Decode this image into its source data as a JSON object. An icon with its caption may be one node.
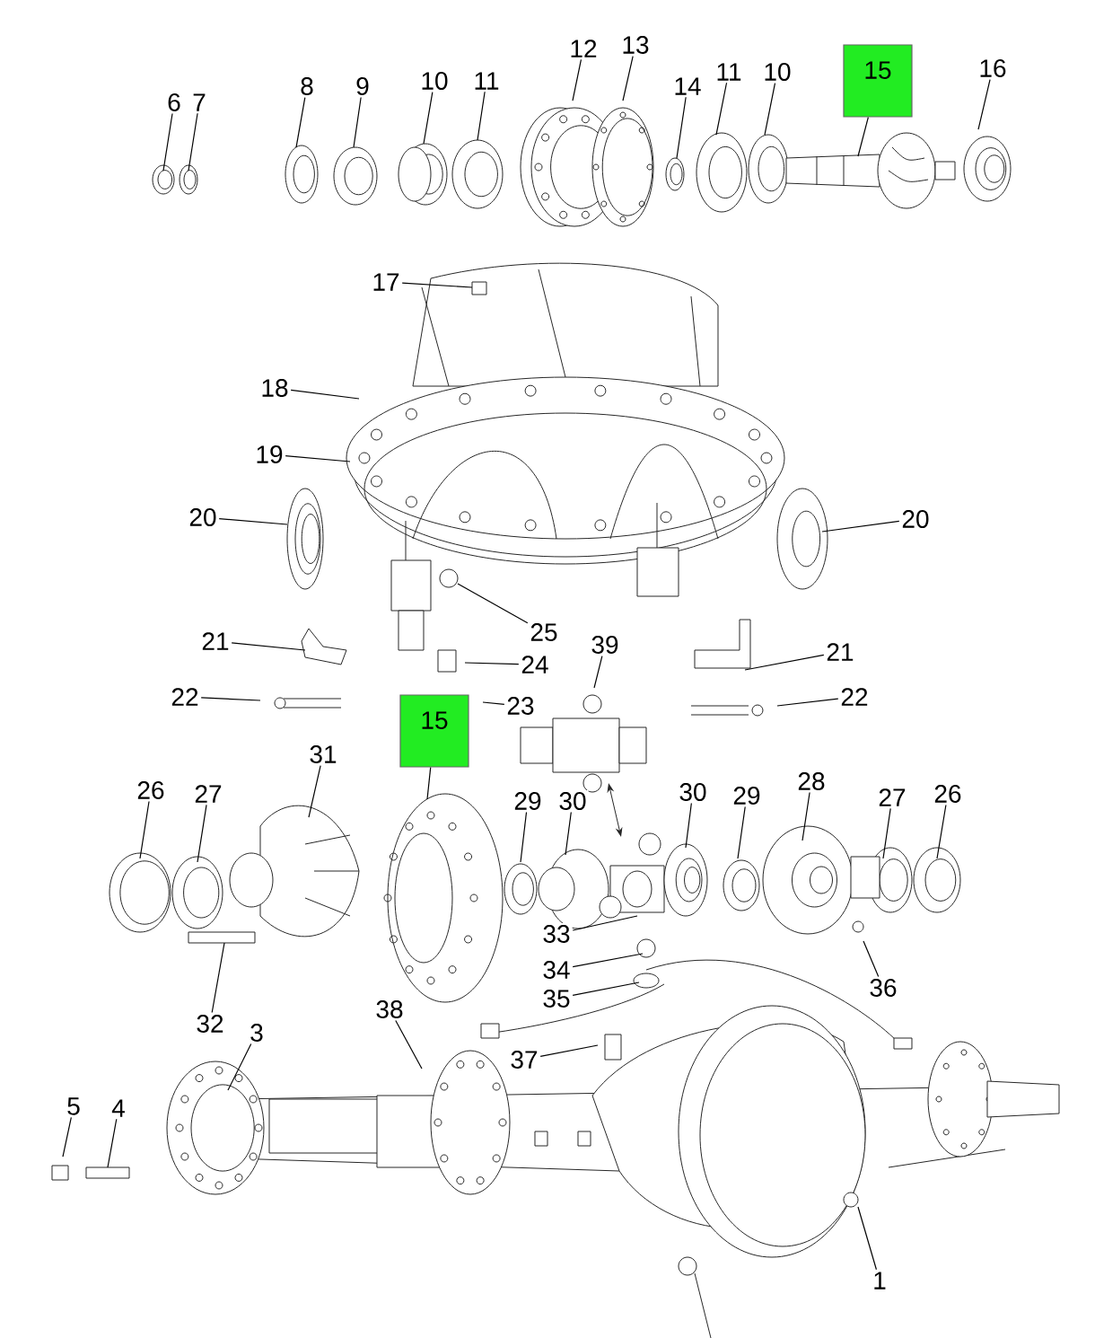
{
  "diagram": {
    "nodes": [
      {
        "text": [
          "6"
        ]
      },
      {
        "text": [
          "7"
        ]
      },
      {
        "text": [
          "8"
        ]
      },
      {
        "text": [
          "9"
        ]
      },
      {
        "text": [
          "10"
        ]
      },
      {
        "text": [
          "11"
        ]
      },
      {
        "text": [
          "12"
        ]
      },
      {
        "text": [
          "13"
        ]
      },
      {
        "text": [
          "14"
        ]
      },
      {
        "text": [
          "11"
        ]
      },
      {
        "text": [
          "10"
        ]
      },
      {
        "text": [
          "15"
        ]
      },
      {
        "text": [
          "16"
        ]
      },
      {
        "text": [
          "17"
        ]
      },
      {
        "text": [
          "18"
        ]
      },
      {
        "text": [
          "19"
        ]
      },
      {
        "text": [
          "20"
        ]
      },
      {
        "text": [
          "20"
        ]
      },
      {
        "text": [
          "25"
        ]
      },
      {
        "text": [
          "21"
        ]
      },
      {
        "text": [
          "21"
        ]
      },
      {
        "text": [
          "24"
        ]
      },
      {
        "text": [
          "22"
        ]
      },
      {
        "text": [
          "22"
        ]
      },
      {
        "text": [
          "39"
        ]
      },
      {
        "text": [
          "23"
        ]
      },
      {
        "text": [
          "15"
        ]
      },
      {
        "text": [
          "31"
        ]
      },
      {
        "text": [
          "26"
        ]
      },
      {
        "text": [
          "27"
        ]
      },
      {
        "text": [
          "29"
        ]
      },
      {
        "text": [
          "30"
        ]
      },
      {
        "text": [
          "30"
        ]
      },
      {
        "text": [
          "29"
        ]
      },
      {
        "text": [
          "28"
        ]
      },
      {
        "text": [
          "27"
        ]
      },
      {
        "text": [
          "26"
        ]
      },
      {
        "text": [
          "33"
        ]
      },
      {
        "text": [
          "32"
        ]
      },
      {
        "text": [
          "34"
        ]
      },
      {
        "text": [
          "35"
        ]
      },
      {
        "text": [
          "36"
        ]
      },
      {
        "text": [
          "38"
        ]
      },
      {
        "text": [
          "3"
        ]
      },
      {
        "text": [
          "37"
        ]
      },
      {
        "text": [
          "5"
        ]
      },
      {
        "text": [
          "4"
        ]
      },
      {
        "text": [
          "1"
        ]
      }
    ],
    "edges": [
      {
        "from": 0,
        "to": null,
        "arrow": "none"
      },
      {
        "from": 1,
        "to": null,
        "arrow": "none"
      },
      {
        "from": 2,
        "to": null,
        "arrow": "none"
      },
      {
        "from": 3,
        "to": null,
        "arrow": "none"
      },
      {
        "from": 4,
        "to": null,
        "arrow": "none"
      },
      {
        "from": 5,
        "to": null,
        "arrow": "none"
      },
      {
        "from": 6,
        "to": null,
        "arrow": "none"
      },
      {
        "from": 7,
        "to": null,
        "arrow": "none"
      },
      {
        "from": 8,
        "to": null,
        "arrow": "none"
      },
      {
        "from": 9,
        "to": null,
        "arrow": "none"
      },
      {
        "from": 10,
        "to": null,
        "arrow": "none"
      },
      {
        "from": 11,
        "to": null,
        "arrow": "none"
      },
      {
        "from": 12,
        "to": null,
        "arrow": "none"
      },
      {
        "from": 13,
        "to": null,
        "arrow": "none"
      },
      {
        "from": 14,
        "to": null,
        "arrow": "none"
      },
      {
        "from": 15,
        "to": null,
        "arrow": "none"
      },
      {
        "from": 16,
        "to": null,
        "arrow": "none"
      },
      {
        "from": 17,
        "to": null,
        "arrow": "none"
      },
      {
        "from": 18,
        "to": null,
        "arrow": "none"
      },
      {
        "from": 19,
        "to": null,
        "arrow": "none"
      },
      {
        "from": 20,
        "to": null,
        "arrow": "none"
      },
      {
        "from": 21,
        "to": null,
        "arrow": "none"
      },
      {
        "from": 22,
        "to": null,
        "arrow": "none"
      },
      {
        "from": 23,
        "to": null,
        "arrow": "none"
      },
      {
        "from": 24,
        "to": null,
        "arrow": "none"
      },
      {
        "from": 25,
        "to": null,
        "arrow": "none"
      },
      {
        "from": 26,
        "to": null,
        "arrow": "none"
      },
      {
        "from": 27,
        "to": null,
        "arrow": "none"
      },
      {
        "from": 28,
        "to": null,
        "arrow": "none"
      },
      {
        "from": 29,
        "to": null,
        "arrow": "none"
      },
      {
        "from": 30,
        "to": null,
        "arrow": "none"
      },
      {
        "from": 31,
        "to": null,
        "arrow": "none"
      },
      {
        "from": 32,
        "to": null,
        "arrow": "none"
      },
      {
        "from": 33,
        "to": null,
        "arrow": "none"
      },
      {
        "from": 34,
        "to": null,
        "arrow": "none"
      },
      {
        "from": 35,
        "to": null,
        "arrow": "none"
      },
      {
        "from": 36,
        "to": null,
        "arrow": "none"
      },
      {
        "from": 37,
        "to": null,
        "arrow": "none"
      },
      {
        "from": 38,
        "to": null,
        "arrow": "none"
      },
      {
        "from": 39,
        "to": null,
        "arrow": "none"
      },
      {
        "from": 40,
        "to": null,
        "arrow": "none"
      },
      {
        "from": 41,
        "to": null,
        "arrow": "none"
      },
      {
        "from": 42,
        "to": null,
        "arrow": "none"
      },
      {
        "from": 43,
        "to": null,
        "arrow": "none"
      },
      {
        "from": 44,
        "to": null,
        "arrow": "none"
      },
      {
        "from": 45,
        "to": null,
        "arrow": "none"
      },
      {
        "from": 46,
        "to": null,
        "arrow": "none"
      },
      {
        "from": 47,
        "to": null,
        "arrow": "none"
      }
    ]
  }
}
